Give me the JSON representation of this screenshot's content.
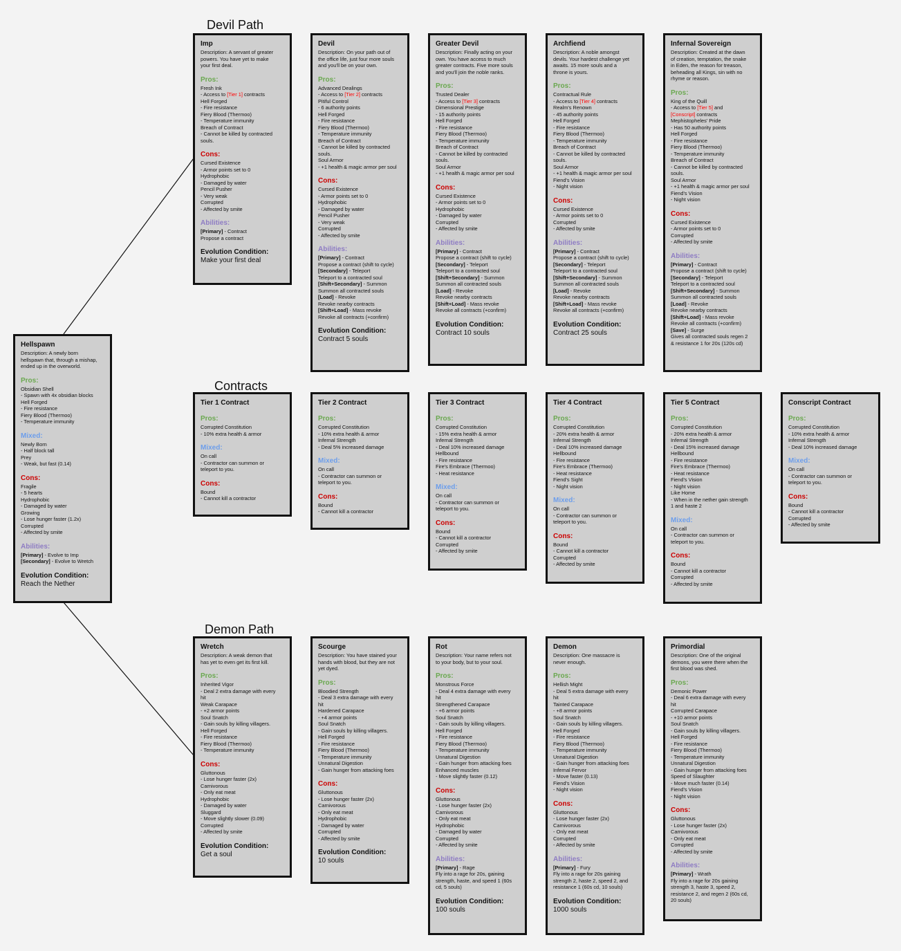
{
  "sections": {
    "devil": "Devil Path",
    "contracts": "Contracts",
    "demon": "Demon Path"
  },
  "labels": {
    "pros": "Pros:",
    "mixed": "Mixed:",
    "cons": "Cons:",
    "abilities": "Abilities:",
    "evolution": "Evolution Condition:"
  },
  "cards": [
    {
      "id": "hellspawn",
      "name": "Hellspawn",
      "description": [
        "Description: A newly born",
        "hellspawn that, through a mishap,",
        "ended up in the overworld."
      ],
      "pros": [
        "Obsidian Shell",
        "- Spawn with 4x obsidian blocks",
        "Hell Forged",
        "- Fire resistance",
        "Fiery Blood (Thermoo)",
        "- Temperature immunity"
      ],
      "mixed": [
        "Newly Born",
        "- Half block tall",
        "Prey",
        "- Weak, but fast (0.14)"
      ],
      "cons": [
        "Fragile",
        "- 5 hearts",
        "Hydrophobic",
        "- Damaged by water",
        "Growing",
        "- Lose hunger faster (1.2x)",
        "Corrupted",
        "- Affected by smite"
      ],
      "abilities": [
        [
          "[Primary]",
          " - Evolve to Imp"
        ],
        [
          "[Secondary]",
          " - Evolve to Wretch"
        ]
      ],
      "evolution": "Reach the Nether"
    },
    {
      "id": "imp",
      "name": "Imp",
      "description": [
        "Description: A servant of greater",
        "powers. You have yet to make",
        "your first deal."
      ],
      "pros": [
        "Fresh Ink",
        "- Access to [Tier 1] contracts",
        "Hell Forged",
        "- Fire resistance",
        "Fiery Blood (Thermoo)",
        "- Temperature immunity",
        "Breach of Contract",
        "- Cannot be killed by contracted",
        "souls."
      ],
      "cons": [
        "Cursed Existence",
        "- Armor points set to 0",
        "Hydrophobic",
        "- Damaged by water",
        "Pencil Pusher",
        "- Very weak",
        "Corrupted",
        "- Affected by smite"
      ],
      "abilities": [
        [
          "[Primary]",
          " - Contract"
        ],
        [
          "",
          "Propose a contract"
        ]
      ],
      "evolution": "Make your first deal"
    },
    {
      "id": "devil",
      "name": "Devil",
      "description": [
        "Description: On your path out of",
        "the office life, just four more souls",
        "and you'll be on your own."
      ],
      "pros": [
        "Advanced Dealings",
        "- Access to [Tier 2] contracts",
        "Pitiful Control",
        "- 6 authority points",
        "Hell Forged",
        "- Fire resistance",
        "Fiery Blood (Thermoo)",
        "- Temperature immunity",
        "Breach of Contract",
        "- Cannot be killed by contracted",
        "souls.",
        "Soul Armor",
        "- +1 health & magic armor per soul"
      ],
      "cons": [
        "Cursed Existence",
        "- Armor points set to 0",
        "Hydrophobic",
        "- Damaged by water",
        "Pencil Pusher",
        "- Very weak",
        "Corrupted",
        "- Affected by smite"
      ],
      "abilities": [
        [
          "[Primary]",
          " - Contract"
        ],
        [
          "",
          "Propose a contract (shift to cycle)"
        ],
        [
          "[Secondary]",
          " - Teleport"
        ],
        [
          "",
          "Teleport to a contracted soul"
        ],
        [
          "[Shift+Secondary]",
          " - Summon"
        ],
        [
          "",
          "Summon all contracted souls"
        ],
        [
          "[Load]",
          " - Revoke"
        ],
        [
          "",
          "Revoke nearby contracts"
        ],
        [
          "[Shift+Load]",
          " - Mass revoke"
        ],
        [
          "",
          "Revoke all contracts (+confirm)"
        ]
      ],
      "evolution": "Contract 5 souls"
    },
    {
      "id": "greater-devil",
      "name": "Greater Devil",
      "description": [
        "Description: Finally acting on your",
        "own. You have access to much",
        "greater contracts. Five more souls",
        "and you'll join the noble ranks."
      ],
      "pros": [
        "Trusted Dealer",
        "- Access to [Tier 3] contracts",
        "Dimensional Prestige",
        "- 15 authority points",
        "Hell Forged",
        "- Fire resistance",
        "Fiery Blood (Thermoo)",
        "- Temperature immunity",
        "Breach of Contract",
        "- Cannot be killed by contracted",
        "souls.",
        "Soul Armor",
        "- +1 health & magic armor per soul"
      ],
      "cons": [
        "Cursed Existence",
        "- Armor points set to 0",
        "Hydrophobic",
        "- Damaged by water",
        "Corrupted",
        "- Affected by smite"
      ],
      "abilities": [
        [
          "[Primary]",
          " - Contract"
        ],
        [
          "",
          "Propose a contract (shift to cycle)"
        ],
        [
          "[Secondary]",
          " - Teleport"
        ],
        [
          "",
          "Teleport to a contracted soul"
        ],
        [
          "[Shift+Secondary]",
          " - Summon"
        ],
        [
          "",
          "Summon all contracted souls"
        ],
        [
          "[Load]",
          " - Revoke"
        ],
        [
          "",
          "Revoke nearby contracts"
        ],
        [
          "[Shift+Load]",
          " - Mass revoke"
        ],
        [
          "",
          "Revoke all contracts (+confirm)"
        ]
      ],
      "evolution": "Contract 10 souls"
    },
    {
      "id": "archfiend",
      "name": "Archfiend",
      "description": [
        "Description: A noble amongst",
        "devils. Your hardest challenge yet",
        "awaits. 15 more souls and a",
        "throne is yours."
      ],
      "pros": [
        "Contractual Rule",
        "- Access to [Tier 4] contracts",
        "Realm's Renown",
        "- 45 authority points",
        "Hell Forged",
        "- Fire resistance",
        "Fiery Blood (Thermoo)",
        "- Temperature immunity",
        "Breach of Contract",
        "- Cannot be killed by contracted",
        "souls.",
        "Soul Armor",
        "- +1 health & magic armor per soul",
        "Fiend's Vision",
        "- Night vision"
      ],
      "cons": [
        "Cursed Existence",
        "- Armor points set to 0",
        "Corrupted",
        "- Affected by smite"
      ],
      "abilities": [
        [
          "[Primary]",
          " - Contract"
        ],
        [
          "",
          "Propose a contract (shift to cycle)"
        ],
        [
          "[Secondary]",
          " - Teleport"
        ],
        [
          "",
          "Teleport to a contracted soul"
        ],
        [
          "[Shift+Secondary]",
          " - Summon"
        ],
        [
          "",
          "Summon all contracted souls"
        ],
        [
          "[Load]",
          " - Revoke"
        ],
        [
          "",
          "Revoke nearby contracts"
        ],
        [
          "[Shift+Load]",
          " - Mass revoke"
        ],
        [
          "",
          "Revoke all contracts (+confirm)"
        ]
      ],
      "evolution": "Contract 25 souls"
    },
    {
      "id": "infernal-sovereign",
      "name": "Infernal Sovereign",
      "description": [
        "Description: Created at the dawn",
        "of creation, temptation, the snake",
        "in Eden, the reason for treason,",
        "beheading all Kings, sin with no",
        "rhyme or reason."
      ],
      "pros": [
        "King of the Quill",
        "- Access to [Tier 5] and",
        "[Conscript] contracts",
        "Mephistopheles' Pride",
        "- Has 50 authority points",
        "Hell Forged",
        "- Fire resistance",
        "Fiery Blood (Thermoo)",
        "- Temperature immunity",
        "Breach of Contract",
        "- Cannot be killed by contracted",
        "souls.",
        "Soul Armor",
        "- +1 health & magic armor per soul",
        "Fiend's Vision",
        "- Night vision"
      ],
      "cons": [
        "Cursed Existence",
        "- Armor points set to 0",
        "Corrupted",
        "- Affected by smite"
      ],
      "abilities": [
        [
          "[Primary]",
          " - Contract"
        ],
        [
          "",
          "Propose a contract (shift to cycle)"
        ],
        [
          "[Secondary]",
          " - Teleport"
        ],
        [
          "",
          "Teleport to a contracted soul"
        ],
        [
          "[Shift+Secondary]",
          " - Summon"
        ],
        [
          "",
          "Summon all contracted souls"
        ],
        [
          "[Load]",
          " - Revoke"
        ],
        [
          "",
          "Revoke nearby contracts"
        ],
        [
          "[Shift+Load]",
          " - Mass revoke"
        ],
        [
          "",
          "Revoke all contracts (+confirm)"
        ],
        [
          "[Save]",
          " - Surge"
        ],
        [
          "",
          "Gives all contracted souls regen 2"
        ],
        [
          "",
          "& resistance 1 for 20s (120s cd)"
        ]
      ]
    },
    {
      "id": "tier-1-contract",
      "name": "Tier 1 Contract",
      "pros": [
        "Corrupted Constitution",
        "- 10% extra health & armor"
      ],
      "mixed": [
        "On call",
        "- Contractor can summon or",
        "teleport to you."
      ],
      "cons": [
        "Bound",
        "- Cannot kill a contractor"
      ]
    },
    {
      "id": "tier-2-contract",
      "name": "Tier 2 Contract",
      "pros": [
        "Corrupted Constitution",
        "- 10% extra health & armor",
        "Infernal Strength",
        "- Deal 5% increased damage"
      ],
      "mixed": [
        "On call",
        "- Contractor can summon or",
        "teleport to you."
      ],
      "cons": [
        "Bound",
        "- Cannot kill a contractor"
      ]
    },
    {
      "id": "tier-3-contract",
      "name": "Tier 3 Contract",
      "pros": [
        "Corrupted Constitution",
        "- 15% extra health & armor",
        "Infernal Strength",
        "- Deal 10% increased damage",
        "Hellbound",
        "- Fire resistance",
        "Fire's Embrace (Thermoo)",
        "- Heat resistance"
      ],
      "mixed": [
        "On call",
        "- Contractor can summon or",
        "teleport to you."
      ],
      "cons": [
        "Bound",
        "- Cannot kill a contractor",
        "Corrupted",
        "- Affected by smite"
      ]
    },
    {
      "id": "tier-4-contract",
      "name": "Tier 4 Contract",
      "pros": [
        "Corrupted Constitution",
        "- 20% extra health & armor",
        "Infernal Strength",
        "- Deal 10% increased damage",
        "Hellbound",
        "- Fire resistance",
        "Fire's Embrace (Thermoo)",
        "- Heat resistance",
        "Fiend's Sight",
        "- Night vision"
      ],
      "mixed": [
        "On call",
        "- Contractor can summon or",
        "teleport to you."
      ],
      "cons": [
        "Bound",
        "- Cannot kill a contractor",
        "Corrupted",
        "- Affected by smite"
      ]
    },
    {
      "id": "tier-5-contract",
      "name": "Tier 5 Contract",
      "pros": [
        "Corrupted Constitution",
        "- 20% extra health & armor",
        "Infernal Strength",
        "- Deal 15% increased damage",
        "Hellbound",
        "- Fire resistance",
        "Fire's Embrace (Thermoo)",
        "- Heat resistance",
        "Fiend's Vision",
        "- Night vision",
        "Like Home",
        "- When in the nether gain strength",
        "1 and haste 2"
      ],
      "mixed": [
        "On call",
        "- Contractor can summon or",
        "teleport to you."
      ],
      "cons": [
        "Bound",
        "- Cannot kill a contractor",
        "Corrupted",
        "- Affected by smite"
      ]
    },
    {
      "id": "conscript-contract",
      "name": "Conscript Contract",
      "pros": [
        "Corrupted Constitution",
        "- 10% extra health & armor",
        "Infernal Strength",
        "- Deal 10% increased damage"
      ],
      "mixed": [
        "On call",
        "- Contractor can summon or",
        "teleport to you."
      ],
      "cons": [
        "Bound",
        "- Cannot kill a contractor",
        "Corrupted",
        "- Affected by smite"
      ]
    },
    {
      "id": "wretch",
      "name": "Wretch",
      "description": [
        "Description: A weak demon that",
        "has yet to even get its first kill."
      ],
      "pros": [
        "Inherited Vigor",
        "- Deal 2 extra damage with every",
        "hit",
        "Weak Carapace",
        "- +2 armor points",
        "Soul Snatch",
        "- Gain souls by killing villagers.",
        "Hell Forged",
        "- Fire resistance",
        "Fiery Blood (Thermoo)",
        "- Temperature immunity"
      ],
      "cons": [
        "Gluttonous",
        "- Lose hunger faster (2x)",
        "Carnivorous",
        "- Only eat meat",
        "Hydrophobic",
        "- Damaged by water",
        "Sluggard",
        "- Move slightly slower (0.09)",
        "Corrupted",
        "- Affected by smite"
      ],
      "evolution": "Get a soul"
    },
    {
      "id": "scourge",
      "name": "Scourge",
      "description": [
        "Description: You have stained your",
        "hands with blood, but they are not",
        "yet dyed."
      ],
      "pros": [
        "Bloodied Strength",
        "- Deal 3 extra damage with every",
        "hit",
        "Hardened Carapace",
        "- +4 armor points",
        "Soul Snatch",
        "- Gain souls by killing villagers.",
        "Hell Forged",
        "- Fire resistance",
        "Fiery Blood (Thermoo)",
        "- Temperature immunity",
        "Unnatural Digestion",
        "- Gain hunger from attacking foes"
      ],
      "cons": [
        "Gluttonous",
        "- Lose hunger faster (2x)",
        "Carnivorous",
        "- Only eat meat",
        "Hydrophobic",
        "- Damaged by water",
        "Corrupted",
        "- Affected by smite"
      ],
      "evolution": "10 souls"
    },
    {
      "id": "rot",
      "name": "Rot",
      "description": [
        "Description: Your name refers not",
        "to your body, but to your soul."
      ],
      "pros": [
        "Monstrous Force",
        "- Deal 4 extra damage with every",
        "hit",
        "Strengthened Carapace",
        "- +6 armor points",
        "Soul Snatch",
        "- Gain souls by killing villagers.",
        "Hell Forged",
        "- Fire resistance",
        "Fiery Blood (Thermoo)",
        "- Temperature immunity",
        "Unnatural Digestion",
        "- Gain hunger from attacking foes",
        "Enhanced muscles",
        "- Move slightly faster (0.12)"
      ],
      "cons": [
        "Gluttonous",
        "- Lose hunger faster (2x)",
        "Carnivorous",
        "- Only eat meat",
        "Hydrophobic",
        "- Damaged by water",
        "Corrupted",
        "- Affected by smite"
      ],
      "abilities": [
        [
          "[Primary]",
          " - Rage"
        ],
        [
          "",
          "Fly into a rage for 20s, gaining"
        ],
        [
          "",
          "strength, haste, and speed 1 (60s"
        ],
        [
          "",
          "cd, 5 souls)"
        ]
      ],
      "evolution": "100 souls"
    },
    {
      "id": "demon",
      "name": "Demon",
      "description": [
        "Description: One massacre is",
        "never enough."
      ],
      "pros": [
        "Hellish Might",
        "- Deal 5 extra damage with every",
        "hit",
        "Tainted Carapace",
        "- +8 armor points",
        "Soul Snatch",
        "- Gain souls by killing villagers.",
        "Hell Forged",
        "- Fire resistance",
        "Fiery Blood (Thermoo)",
        "- Temperature immunity",
        "Unnatural Digestion",
        "- Gain hunger from attacking foes",
        "Infernal Fervor",
        "- Move faster (0.13)",
        "Fiend's Vision",
        "- Night vision"
      ],
      "cons": [
        "Gluttonous",
        "- Lose hunger faster (2x)",
        "Carnivorous",
        "- Only eat meat",
        "Corrupted",
        "- Affected by smite"
      ],
      "abilities": [
        [
          "[Primary]",
          " - Fury"
        ],
        [
          "",
          "Fly into a rage for 20s gaining"
        ],
        [
          "",
          "strength 2, haste 2, speed 2, and"
        ],
        [
          "",
          "resistance 1 (60s cd, 10 souls)"
        ]
      ],
      "evolution": "1000 souls"
    },
    {
      "id": "primordial",
      "name": "Primordial",
      "description": [
        "Description: One of the original",
        "demons, you were there when the",
        "first blood was shed."
      ],
      "pros": [
        "Demonic Power",
        "- Deal 6 extra damage with every",
        "hit",
        "Corrupted Carapace",
        "- +10 armor points",
        "Soul Snatch",
        "- Gain souls by killing villagers.",
        "Hell Forged",
        "- Fire resistance",
        "Fiery Blood (Thermoo)",
        "- Temperature immunity",
        "Unnatural Digestion",
        "- Gain hunger from attacking foes",
        "Speed of Slaughter",
        "- Move much faster (0.14)",
        "Fiend's Vision",
        "- Night vision"
      ],
      "cons": [
        "Gluttonous",
        "- Lose hunger faster (2x)",
        "Carnivorous",
        "- Only eat meat",
        "Corrupted",
        "- Affected by smite"
      ],
      "abilities": [
        [
          "[Primary]",
          " - Wrath"
        ],
        [
          "",
          "Fly into a rage for 20s gaining"
        ],
        [
          "",
          "strength 3, haste 3, speed 2,"
        ],
        [
          "",
          "resistance 2, and regen 2 (60s cd,"
        ],
        [
          "",
          "20 souls)"
        ]
      ]
    }
  ]
}
